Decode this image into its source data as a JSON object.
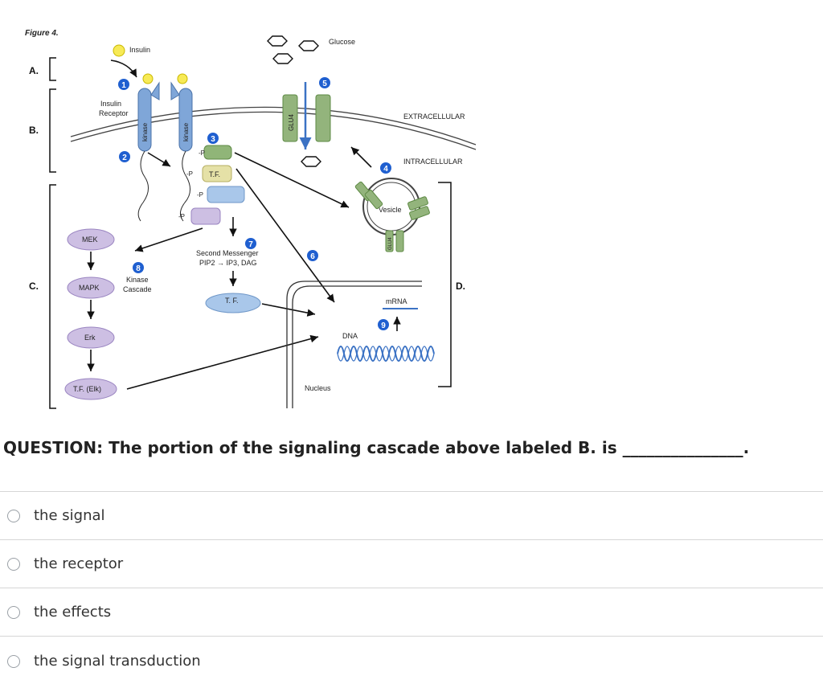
{
  "figure": {
    "caption": "Figure 4.",
    "bracket_labels": [
      "A.",
      "B.",
      "C.",
      "D."
    ],
    "labels": {
      "insulin": "Insulin",
      "insulin_receptor_line1": "Insulin",
      "insulin_receptor_line2": "Receptor",
      "kinase": "kinase",
      "glucose": "Glucose",
      "glut4": "GLU4",
      "glut4_vesicle": "GLU4",
      "extracellular": "EXTRACELLULAR",
      "intracellular": "INTRACELLULAR",
      "vesicle": "Vesicle",
      "tf": "T.F.",
      "p": "-P",
      "second_messenger_line1": "Second Messenger",
      "second_messenger_line2": "PIP2 → IP3, DAG",
      "kinase_cascade_line1": "Kinase",
      "kinase_cascade_line2": "Cascade",
      "mek": "MEK",
      "mapk": "MAPK",
      "erk": "Erk",
      "tf_elk": "T.F. (Elk)",
      "tf_nucleus": "T. F.",
      "mrna": "mRNA",
      "dna": "DNA",
      "nucleus": "Nucleus"
    },
    "steps": [
      "1",
      "2",
      "3",
      "4",
      "5",
      "6",
      "7",
      "8",
      "9"
    ]
  },
  "question": {
    "text": "QUESTION:  The portion of the signaling cascade above labeled B. is _______________."
  },
  "options": [
    {
      "label": "the signal"
    },
    {
      "label": "the receptor"
    },
    {
      "label": "the effects"
    },
    {
      "label": "the signal transduction"
    }
  ]
}
